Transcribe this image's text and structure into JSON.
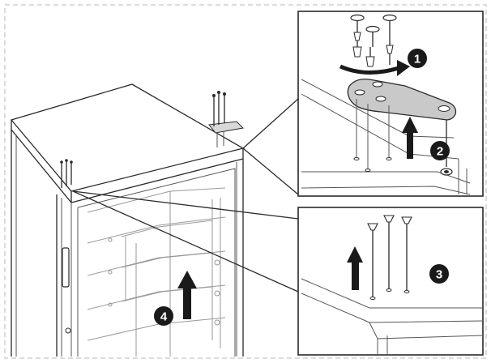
{
  "steps": [
    {
      "number": "1",
      "action": "rotate-counterclockwise"
    },
    {
      "number": "2",
      "action": "lift-up"
    },
    {
      "number": "3",
      "action": "lift-up"
    },
    {
      "number": "4",
      "action": "lift-up"
    }
  ],
  "colors": {
    "line": "#2a2a2a",
    "frame": "#c8c8c8",
    "badge": "#1a1a1a",
    "plate": "#c9c9c9",
    "arrow": "#1a1a1a"
  }
}
